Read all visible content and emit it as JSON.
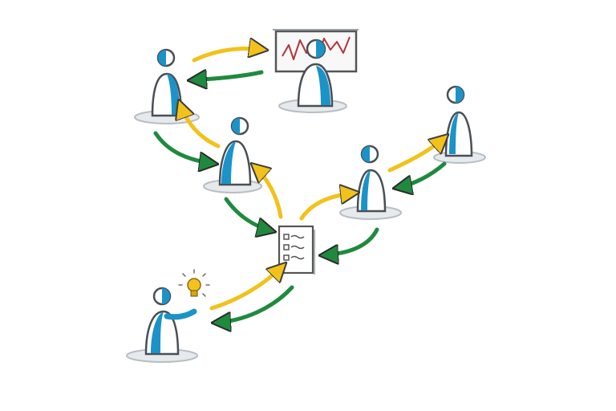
{
  "colors": {
    "background": "#ffffff",
    "person_blue": "#1b93c9",
    "outline": "#4a4f55",
    "ground_shadow": "#c9ced3",
    "arrow_yellow": "#f2c21b",
    "arrow_green": "#1f8a3e",
    "chart_line": "#b5343a",
    "bulb": "#f4c21c"
  },
  "icons": {
    "person": "person-icon",
    "presentation_board": "presentation-board-icon",
    "checklist": "checklist-document-icon",
    "idea": "lightbulb-icon"
  },
  "flow": {
    "nodes": [
      "person-idea",
      "checklist",
      "person-center",
      "person-top-left",
      "presenter",
      "person-right",
      "person-far-right"
    ],
    "arrows": [
      {
        "from": "person-idea",
        "to": "checklist",
        "color": "yellow"
      },
      {
        "from": "checklist",
        "to": "person-idea",
        "color": "green"
      },
      {
        "from": "checklist",
        "to": "person-center",
        "color": "yellow"
      },
      {
        "from": "person-center",
        "to": "checklist",
        "color": "green"
      },
      {
        "from": "person-center",
        "to": "person-top-left",
        "color": "yellow"
      },
      {
        "from": "person-top-left",
        "to": "person-center",
        "color": "green"
      },
      {
        "from": "person-top-left",
        "to": "presenter",
        "color": "yellow"
      },
      {
        "from": "presenter",
        "to": "person-top-left",
        "color": "green"
      },
      {
        "from": "checklist",
        "to": "person-right",
        "color": "yellow"
      },
      {
        "from": "person-right",
        "to": "checklist",
        "color": "green"
      },
      {
        "from": "person-right",
        "to": "person-far-right",
        "color": "yellow"
      },
      {
        "from": "person-far-right",
        "to": "person-right",
        "color": "green"
      }
    ]
  }
}
